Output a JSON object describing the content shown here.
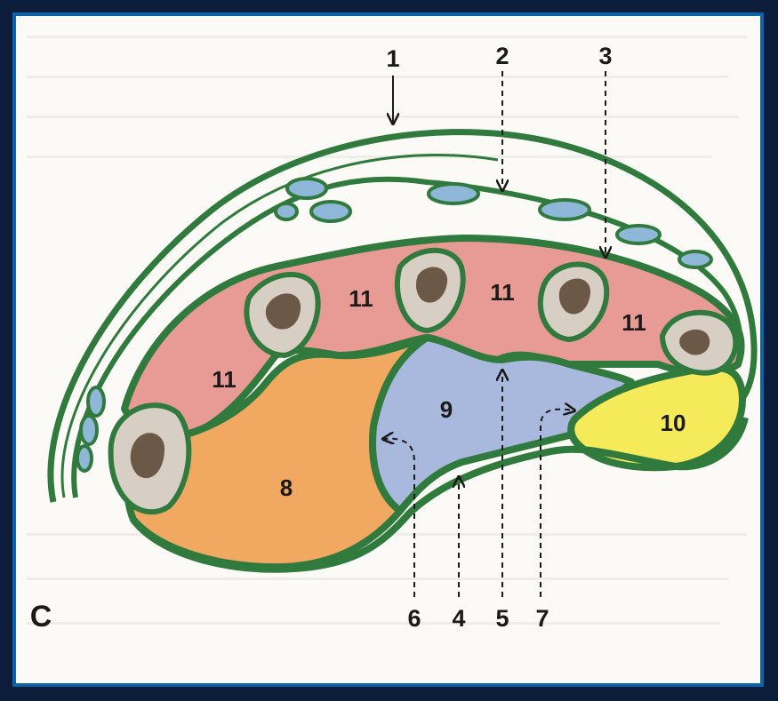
{
  "figure": {
    "panel_letter": "C",
    "callouts": [
      "1",
      "2",
      "3",
      "4",
      "5",
      "6",
      "7"
    ],
    "regions": {
      "r8": "8",
      "r9": "9",
      "r10": "10",
      "r11a": "11",
      "r11b": "11",
      "r11c": "11",
      "r11d": "11"
    },
    "colors": {
      "outline_green": "#2f7a3c",
      "chamber_8_orange": "#f1a860",
      "chamber_9_blue": "#a9b8dd",
      "chamber_10_yellow": "#f4ea5a",
      "chamber_11_pink": "#e89a94",
      "vessel_blue": "#8fb7d8",
      "panel_border": "#0a63a8",
      "outer_background": "#0b1d3a"
    }
  }
}
